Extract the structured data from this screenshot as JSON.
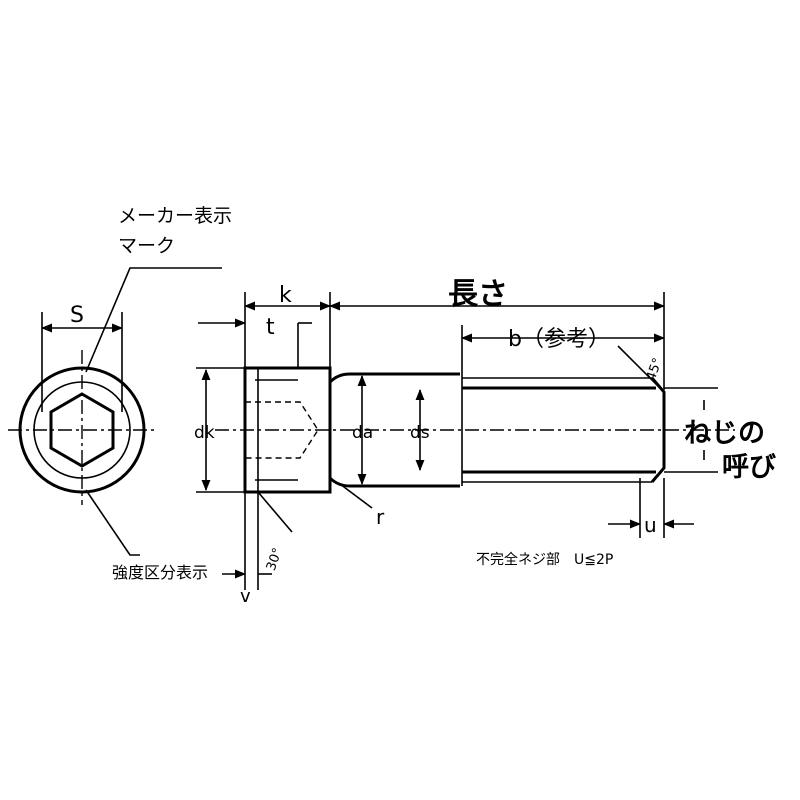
{
  "labels": {
    "maker_mark_line1": "メーカー表示",
    "maker_mark_line2": "マーク",
    "strength_class": "強度区分表示",
    "s": "S",
    "k": "k",
    "t": "t",
    "length": "長さ",
    "b_ref": "b（参考）",
    "angle_45": "45°",
    "angle_30": "30°",
    "dk": "dk",
    "da": "da",
    "ds": "ds",
    "r": "r",
    "v": "v",
    "u": "u",
    "thread_line1": "ねじの",
    "thread_line2": "呼び",
    "incomplete_thread": "不完全ネジ部　U≦2P"
  }
}
